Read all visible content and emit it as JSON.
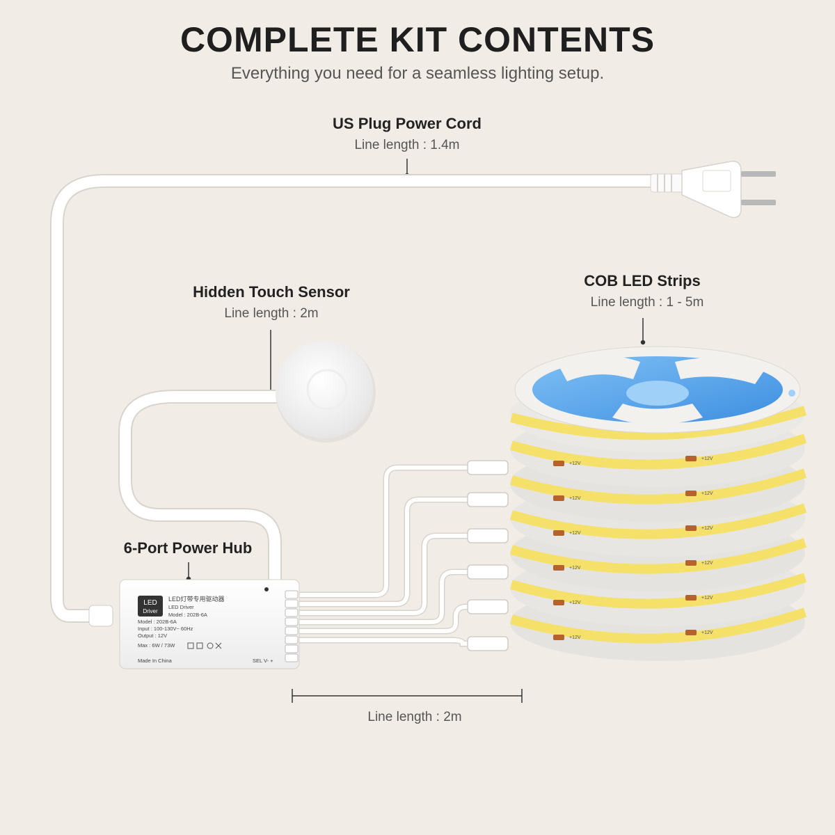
{
  "header": {
    "title": "COMPLETE KIT CONTENTS",
    "subtitle": "Everything you need for a seamless lighting setup."
  },
  "items": {
    "power_cord": {
      "name": "US Plug Power Cord",
      "length": "Line length : 1.4m"
    },
    "touch_sensor": {
      "name": "Hidden Touch Sensor",
      "length": "Line length : 2m"
    },
    "led_strips": {
      "name": "COB LED Strips",
      "length": "Line length : 1 - 5m"
    },
    "power_hub": {
      "name": "6-Port Power Hub"
    },
    "extension": {
      "length": "Line length : 2m"
    }
  },
  "hub_label": {
    "badge_top": "LED",
    "badge_bottom": "Driver",
    "line1": "LED灯带专用驱动器",
    "line2": "LED Driver",
    "line3": "Model : 202B-6A",
    "line4": "Model : 202B-6A",
    "line5": "Input : 100-130V~ 60Hz",
    "line6": "Output : 12V",
    "line7": "Max : 6W / 73W",
    "line8": "Made In China",
    "sel": "SEL V- +"
  },
  "strip_marking": "+12V",
  "colors": {
    "background": "#f1ede6",
    "cable": "#ffffff",
    "led_yellow": "#f5e06a",
    "reel_blue": "#5aa3e8"
  }
}
